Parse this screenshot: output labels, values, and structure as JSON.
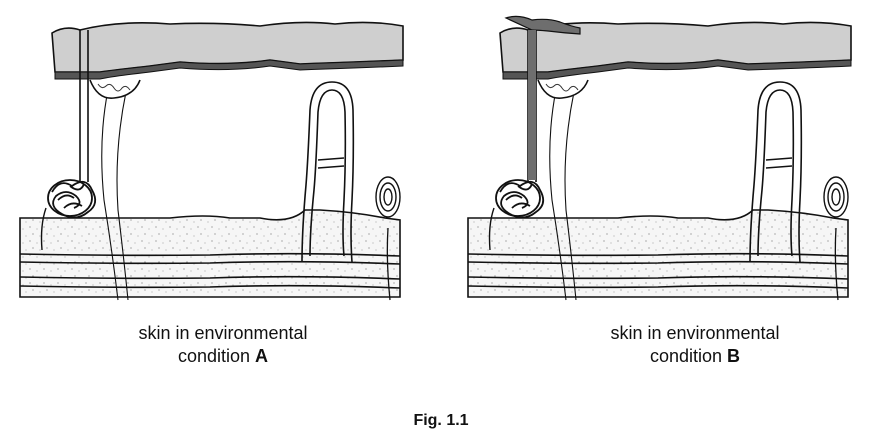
{
  "panels": [
    {
      "caption_line1": "skin in environmental",
      "caption_line2_prefix": "condition ",
      "caption_condition": "A"
    },
    {
      "caption_line1": "skin in environmental",
      "caption_line2_prefix": "condition ",
      "caption_condition": "B"
    }
  ],
  "figure_label": "Fig. 1.1",
  "colors": {
    "epidermis": "#cfcfcf",
    "sweat_b": "#6e6e6e",
    "line": "#111111"
  }
}
